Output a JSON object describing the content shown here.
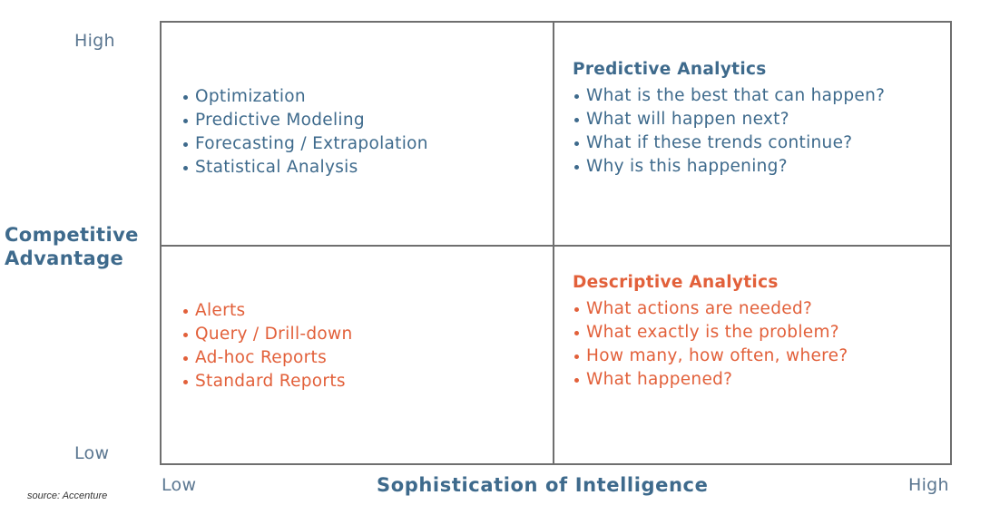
{
  "y_axis": {
    "title_lines": [
      "Competitive",
      "Advantage"
    ],
    "high_label": "High",
    "low_label": "Low"
  },
  "x_axis": {
    "title": "Sophistication of Intelligence",
    "low_label": "Low",
    "high_label": "High"
  },
  "quadrants": {
    "top_left": {
      "color": "#3e6a8c",
      "items": [
        "Optimization",
        "Predictive Modeling",
        "Forecasting / Extrapolation",
        "Statistical Analysis"
      ]
    },
    "top_right": {
      "color": "#3e6a8c",
      "title": "Predictive Analytics",
      "items": [
        "What is the best that can happen?",
        "What will happen next?",
        "What if these trends continue?",
        "Why is this happening?"
      ]
    },
    "bottom_left": {
      "color": "#e2603a",
      "items": [
        "Alerts",
        "Query / Drill-down",
        "Ad-hoc Reports",
        "Standard Reports"
      ]
    },
    "bottom_right": {
      "color": "#e2603a",
      "title": "Descriptive Analytics",
      "items": [
        "What actions are needed?",
        "What exactly is the problem?",
        "How many, how often, where?",
        "What happened?"
      ]
    }
  },
  "source": "source: Accenture"
}
